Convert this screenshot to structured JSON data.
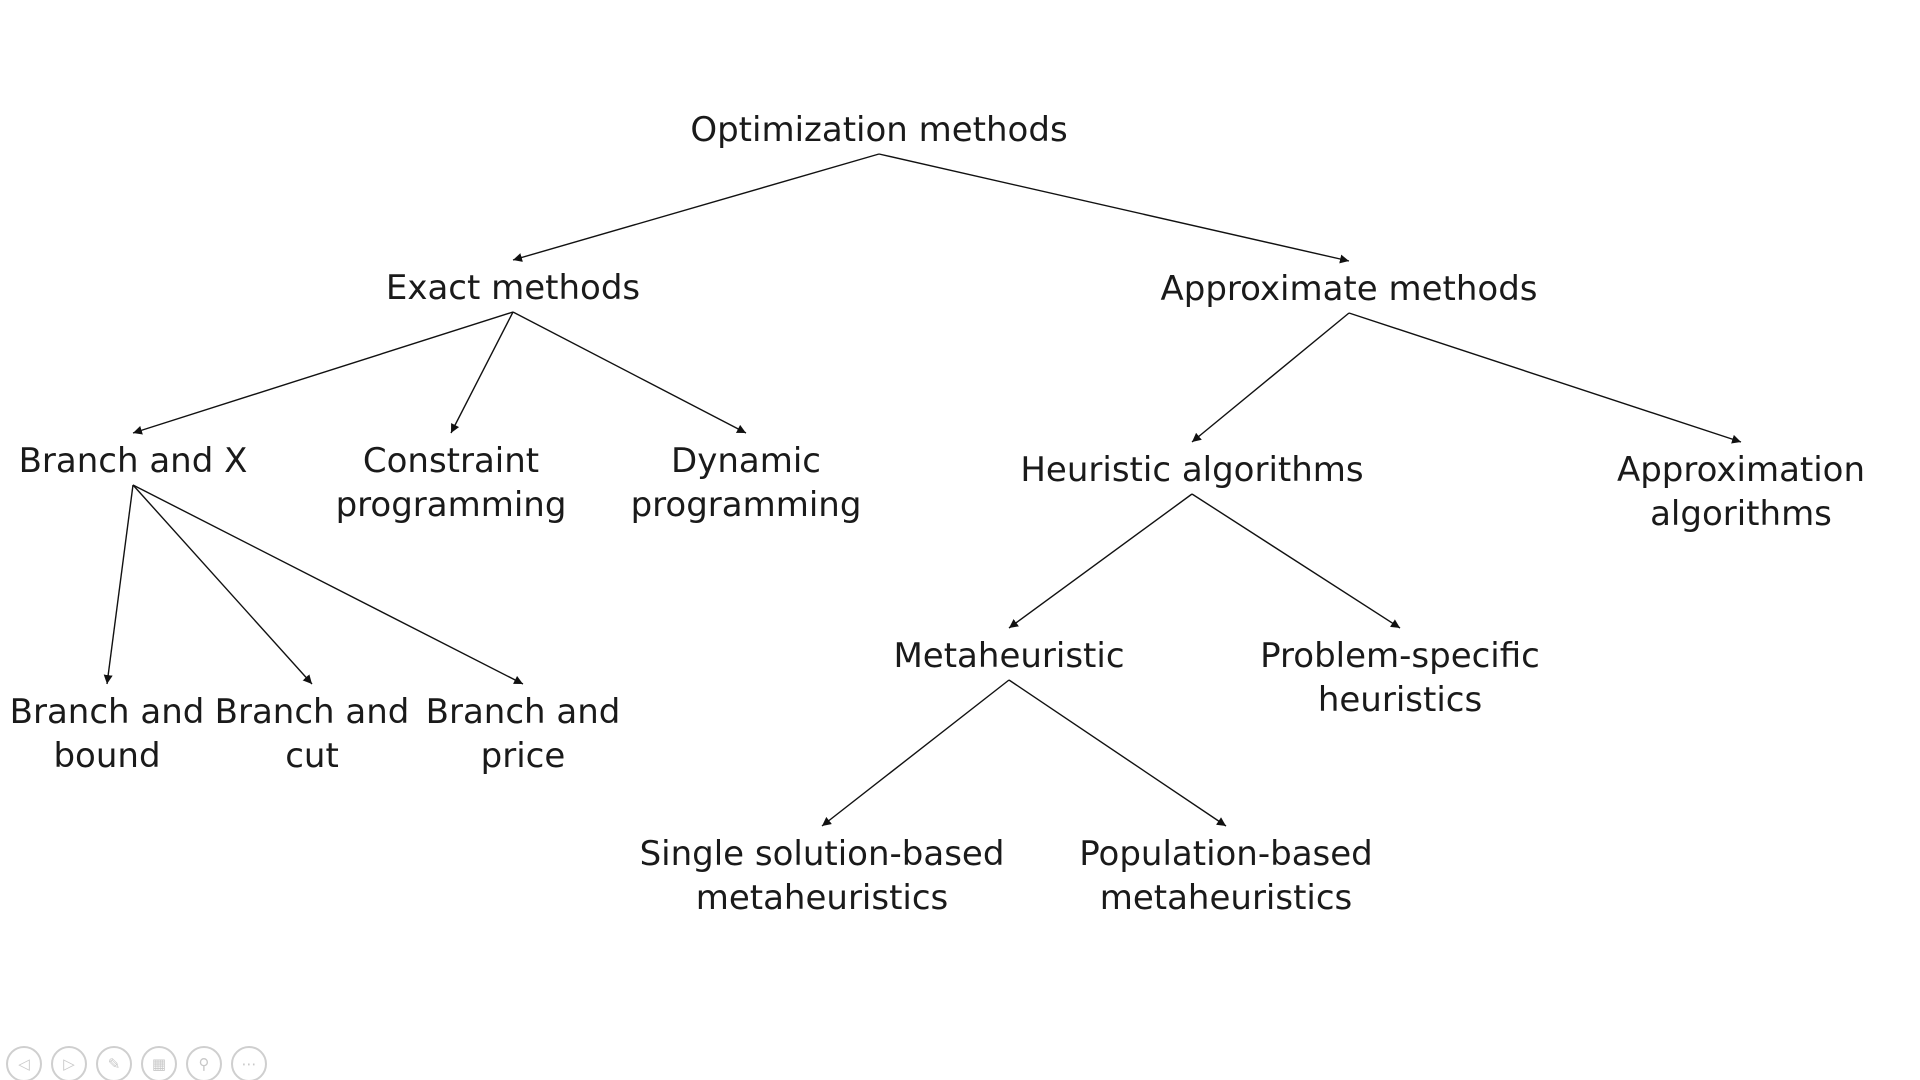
{
  "nodes": {
    "root": {
      "lines": [
        "Optimization methods"
      ]
    },
    "exact": {
      "lines": [
        "Exact methods"
      ]
    },
    "approx": {
      "lines": [
        "Approximate methods"
      ]
    },
    "bx": {
      "lines": [
        "Branch and X"
      ]
    },
    "cp": {
      "lines": [
        "Constraint",
        "programming"
      ]
    },
    "dp": {
      "lines": [
        "Dynamic",
        "programming"
      ]
    },
    "heur": {
      "lines": [
        "Heuristic algorithms"
      ]
    },
    "apxalg": {
      "lines": [
        "Approximation",
        "algorithms"
      ]
    },
    "bb": {
      "lines": [
        "Branch and",
        "bound"
      ]
    },
    "bc": {
      "lines": [
        "Branch and",
        "cut"
      ]
    },
    "bp": {
      "lines": [
        "Branch and",
        "price"
      ]
    },
    "meta": {
      "lines": [
        "Metaheuristic"
      ]
    },
    "psh": {
      "lines": [
        "Problem-specific",
        "heuristics"
      ]
    },
    "ssb": {
      "lines": [
        "Single solution-based",
        "metaheuristics"
      ]
    },
    "pop": {
      "lines": [
        "Population-based",
        "metaheuristics"
      ]
    }
  },
  "edges": [
    [
      "root",
      "exact"
    ],
    [
      "root",
      "approx"
    ],
    [
      "exact",
      "bx"
    ],
    [
      "exact",
      "cp"
    ],
    [
      "exact",
      "dp"
    ],
    [
      "approx",
      "heur"
    ],
    [
      "approx",
      "apxalg"
    ],
    [
      "bx",
      "bb"
    ],
    [
      "bx",
      "bc"
    ],
    [
      "bx",
      "bp"
    ],
    [
      "heur",
      "meta"
    ],
    [
      "heur",
      "psh"
    ],
    [
      "meta",
      "ssb"
    ],
    [
      "meta",
      "pop"
    ]
  ],
  "controls": [
    {
      "name": "previous-slide-icon",
      "glyph": "◁"
    },
    {
      "name": "next-slide-icon",
      "glyph": "▷"
    },
    {
      "name": "pen-icon",
      "glyph": "✎"
    },
    {
      "name": "slides-grid-icon",
      "glyph": "▦"
    },
    {
      "name": "zoom-icon",
      "glyph": "⚲"
    },
    {
      "name": "more-options-icon",
      "glyph": "⋯"
    }
  ]
}
